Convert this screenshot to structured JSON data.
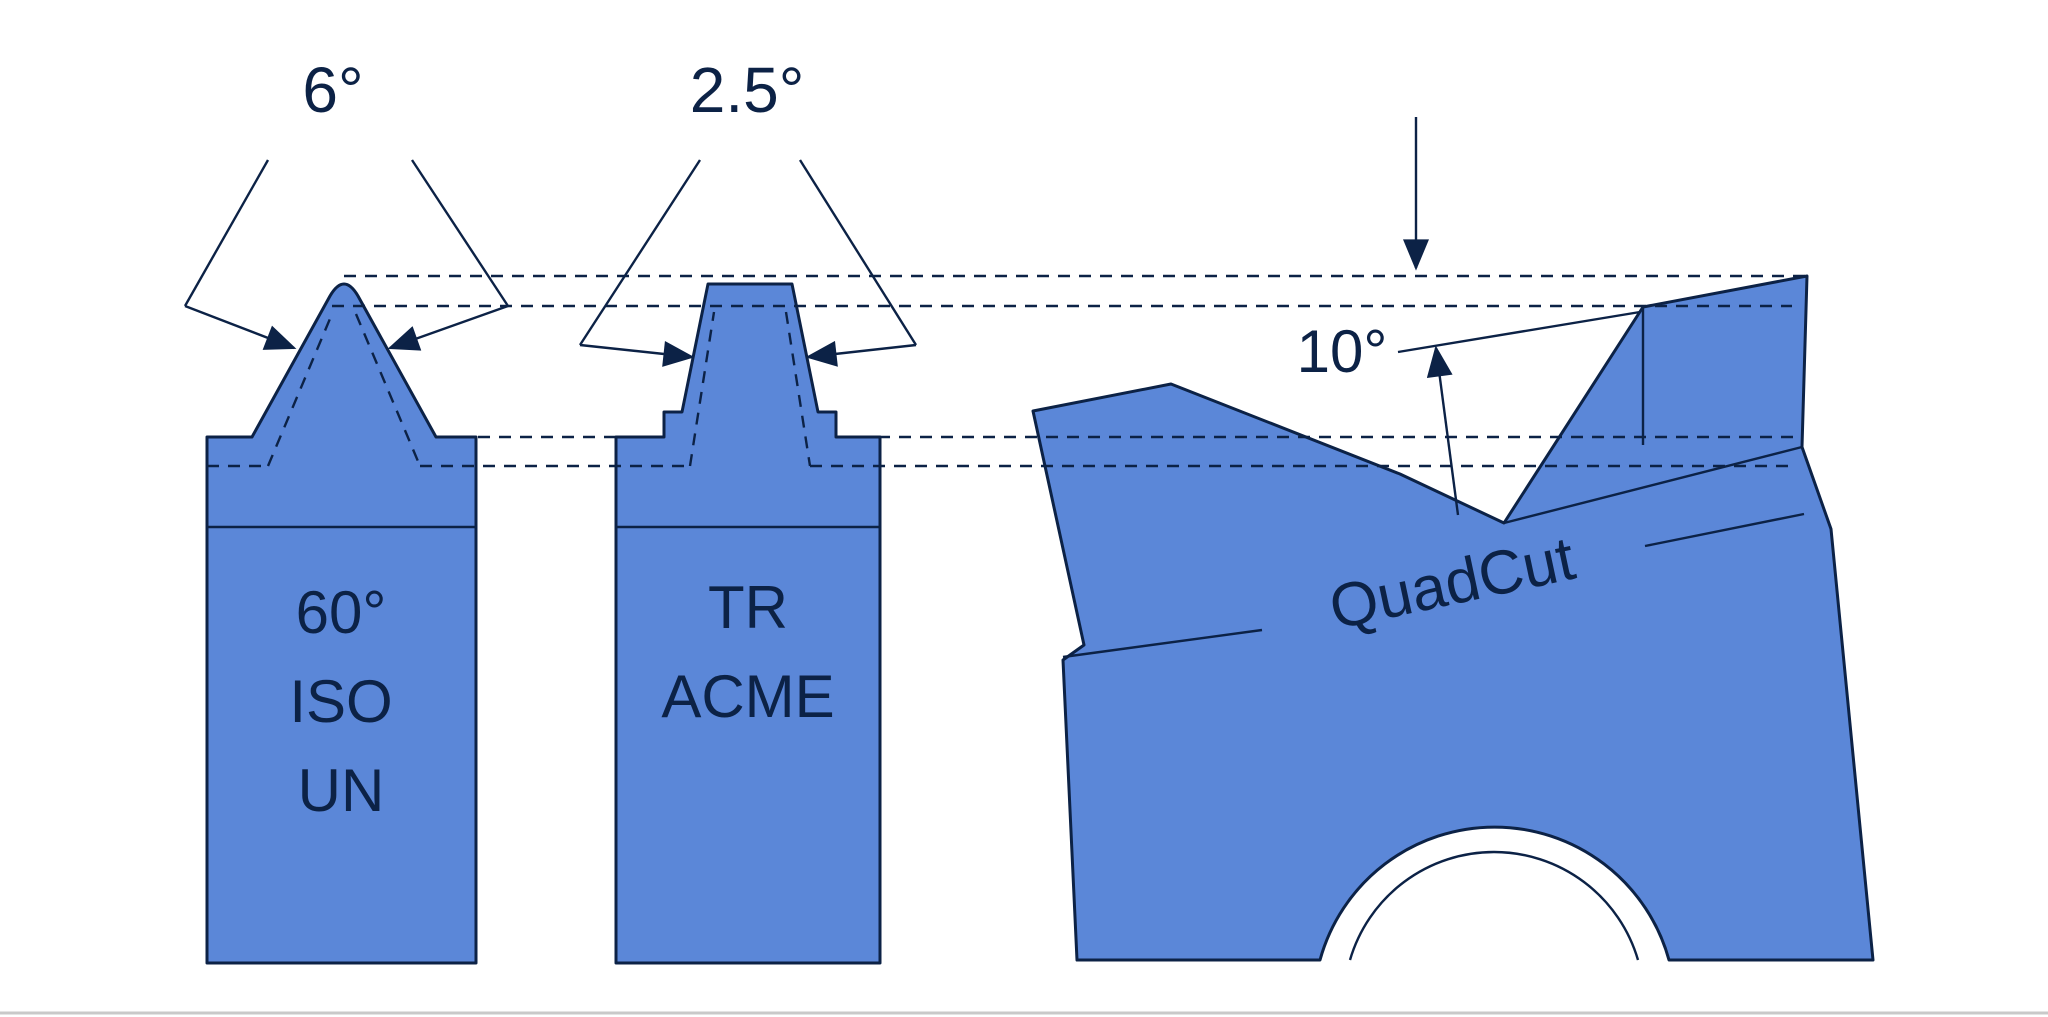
{
  "diagram": {
    "type": "thread-insert-profile-illustration",
    "annotations": {
      "left_clearance_angle": "6°",
      "middle_clearance_angle": "2.5°",
      "right_rake_angle": "10°"
    },
    "left_insert": {
      "label_lines": [
        "60°",
        "ISO",
        "UN"
      ]
    },
    "middle_insert": {
      "label_lines": [
        "TR",
        "ACME"
      ]
    },
    "right_insert": {
      "brand": "QuadCut"
    },
    "colors": {
      "insert-fill": "#5b87d8",
      "line": "#0c2246",
      "background": "#ffffff",
      "baseline": "#c9c9c9"
    }
  }
}
